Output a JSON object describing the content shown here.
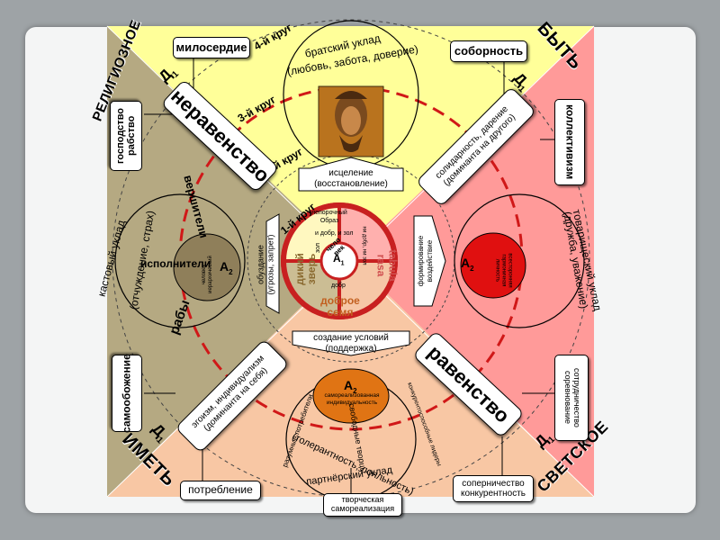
{
  "corners": {
    "top_left": "РЕЛИГИОЗНОЕ",
    "top_right": "БЫТЬ",
    "bottom_left": "ИМЕТЬ",
    "bottom_right": "СВЕТСКОЕ"
  },
  "d_labels": {
    "tl": "Д",
    "tr": "Д",
    "bl": "Д",
    "br": "Д",
    "sub": "1"
  },
  "circles": {
    "c4": "4-й круг",
    "c3": "3-й круг",
    "c2": "2-й круг",
    "c1": "1-й круг"
  },
  "top": {
    "box_left": "милосердие",
    "box_right": "соборность",
    "uklad": "братский уклад",
    "uklad_sub": "(любовь, забота, доверие)",
    "healing": "исцеление\n(восстановление)"
  },
  "bottom": {
    "box_left": "потребление",
    "box_right": "соперничество\nконкурентность",
    "box_center": "творческая\nсамореализация",
    "conditions": "создание условий\n(поддержка)",
    "a2": "А",
    "a2_sub": "2",
    "a2_desc": "самореализованная\nиндивидуальность",
    "text1": "разумные потребители",
    "text2": "свободные творцы",
    "text3": "конкурентоспособные лидеры",
    "uklad": "(толерантность, лояльность)",
    "uklad2": "партнёрский уклад"
  },
  "left": {
    "box_top": "господство\nрабство",
    "box_bottom": "самообожение",
    "inequality": "неравенство",
    "egoism": "эгоизм, индивидуализм\n(доминанта на себя)",
    "uklad": "кастовый уклад",
    "uklad_sub": "(отчуждение, страх)",
    "rulers": "вершители",
    "slaves": "рабы",
    "executors": "исполнители",
    "a2": "А",
    "a2_sub": "2",
    "a2_desc": "человек\nиерархический",
    "coercion": "обуздание\n(угрозы, запрет)"
  },
  "right": {
    "box_top": "коллективизм",
    "box_bottom": "сотрудничество\nсоревнование",
    "equality": "равенство",
    "solidarity": "солидарность, дарение\n(доминанта на другого)",
    "uklad": "товарищеский уклад",
    "uklad_sub": "(дружба, уважение)",
    "a2": "А",
    "a2_sub": "2",
    "a2_desc": "всесторонняя\nгармоничная\nличность",
    "formation": "формирование\nвоздействие"
  },
  "center": {
    "image": "непорочный\nОбраз",
    "wild_beast": "дикий\nзверь",
    "tabula_rasa": "tabula\nrasa",
    "good_seed": "доброе\nсемя",
    "human": "чело\nвек",
    "a1": "А",
    "a1_sub": "1",
    "good_evil": "и добр, и зол",
    "not_good_not_evil": "ни добр, ни зол",
    "evil": "зол",
    "good": "добр"
  },
  "colors": {
    "top": "#ffff99",
    "left": "#b5a982",
    "right": "#ff9a99",
    "bottom": "#f8c7a4",
    "ring": "#cc2222",
    "left_circle": "#8f7f5a",
    "right_circle": "#e01010",
    "bottom_circle": "#e07414"
  }
}
